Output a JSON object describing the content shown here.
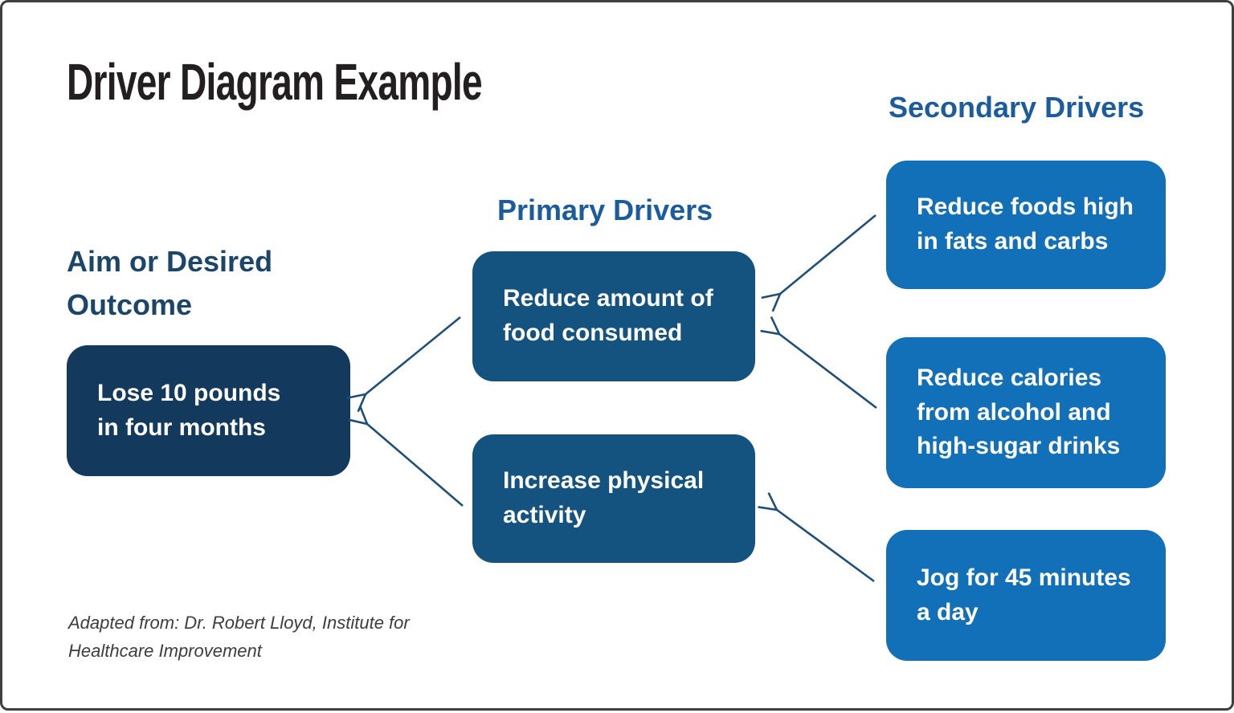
{
  "title": "Driver Diagram Example",
  "headings": {
    "aim": "Aim or Desired\nOutcome",
    "primary": "Primary Drivers",
    "secondary": "Secondary Drivers"
  },
  "aim_box": {
    "text": "Lose 10 pounds\nin four months"
  },
  "primary_boxes": [
    {
      "text": "Reduce amount of\nfood consumed"
    },
    {
      "text": "Increase physical\nactivity"
    }
  ],
  "secondary_boxes": [
    {
      "text": "Reduce foods high\nin fats and carbs"
    },
    {
      "text": "Reduce calories\nfrom alcohol and\nhigh-sugar drinks"
    },
    {
      "text": "Jog for 45 minutes\na day"
    }
  ],
  "arrows": [
    {
      "name": "primary-1-to-aim",
      "from": "Reduce amount of food consumed",
      "to": "Lose 10 pounds in four months"
    },
    {
      "name": "primary-2-to-aim",
      "from": "Increase physical activity",
      "to": "Lose 10 pounds in four months"
    },
    {
      "name": "secondary-1-to-primary-1",
      "from": "Reduce foods high in fats and carbs",
      "to": "Reduce amount of food consumed"
    },
    {
      "name": "secondary-2-to-primary-1",
      "from": "Reduce calories from alcohol and high-sugar drinks",
      "to": "Reduce amount of food consumed"
    },
    {
      "name": "secondary-3-to-primary-2",
      "from": "Jog for 45 minutes a day",
      "to": "Increase physical activity"
    }
  ],
  "footer": "Adapted from: Dr. Robert Lloyd, Institute for\nHealthcare Improvement",
  "colors": {
    "title_text": "#231F20",
    "aim_heading": "#1C4669",
    "driver_heading": "#1B5C9E",
    "aim_box_fill": "#133A5C",
    "primary_box_fill": "#14527F",
    "secondary_box_fill": "#1270B8",
    "box_text": "#FFFFFF",
    "arrow": "#1F4E79",
    "border": "#3F3F3F",
    "footer_text": "#3D3D3D"
  }
}
